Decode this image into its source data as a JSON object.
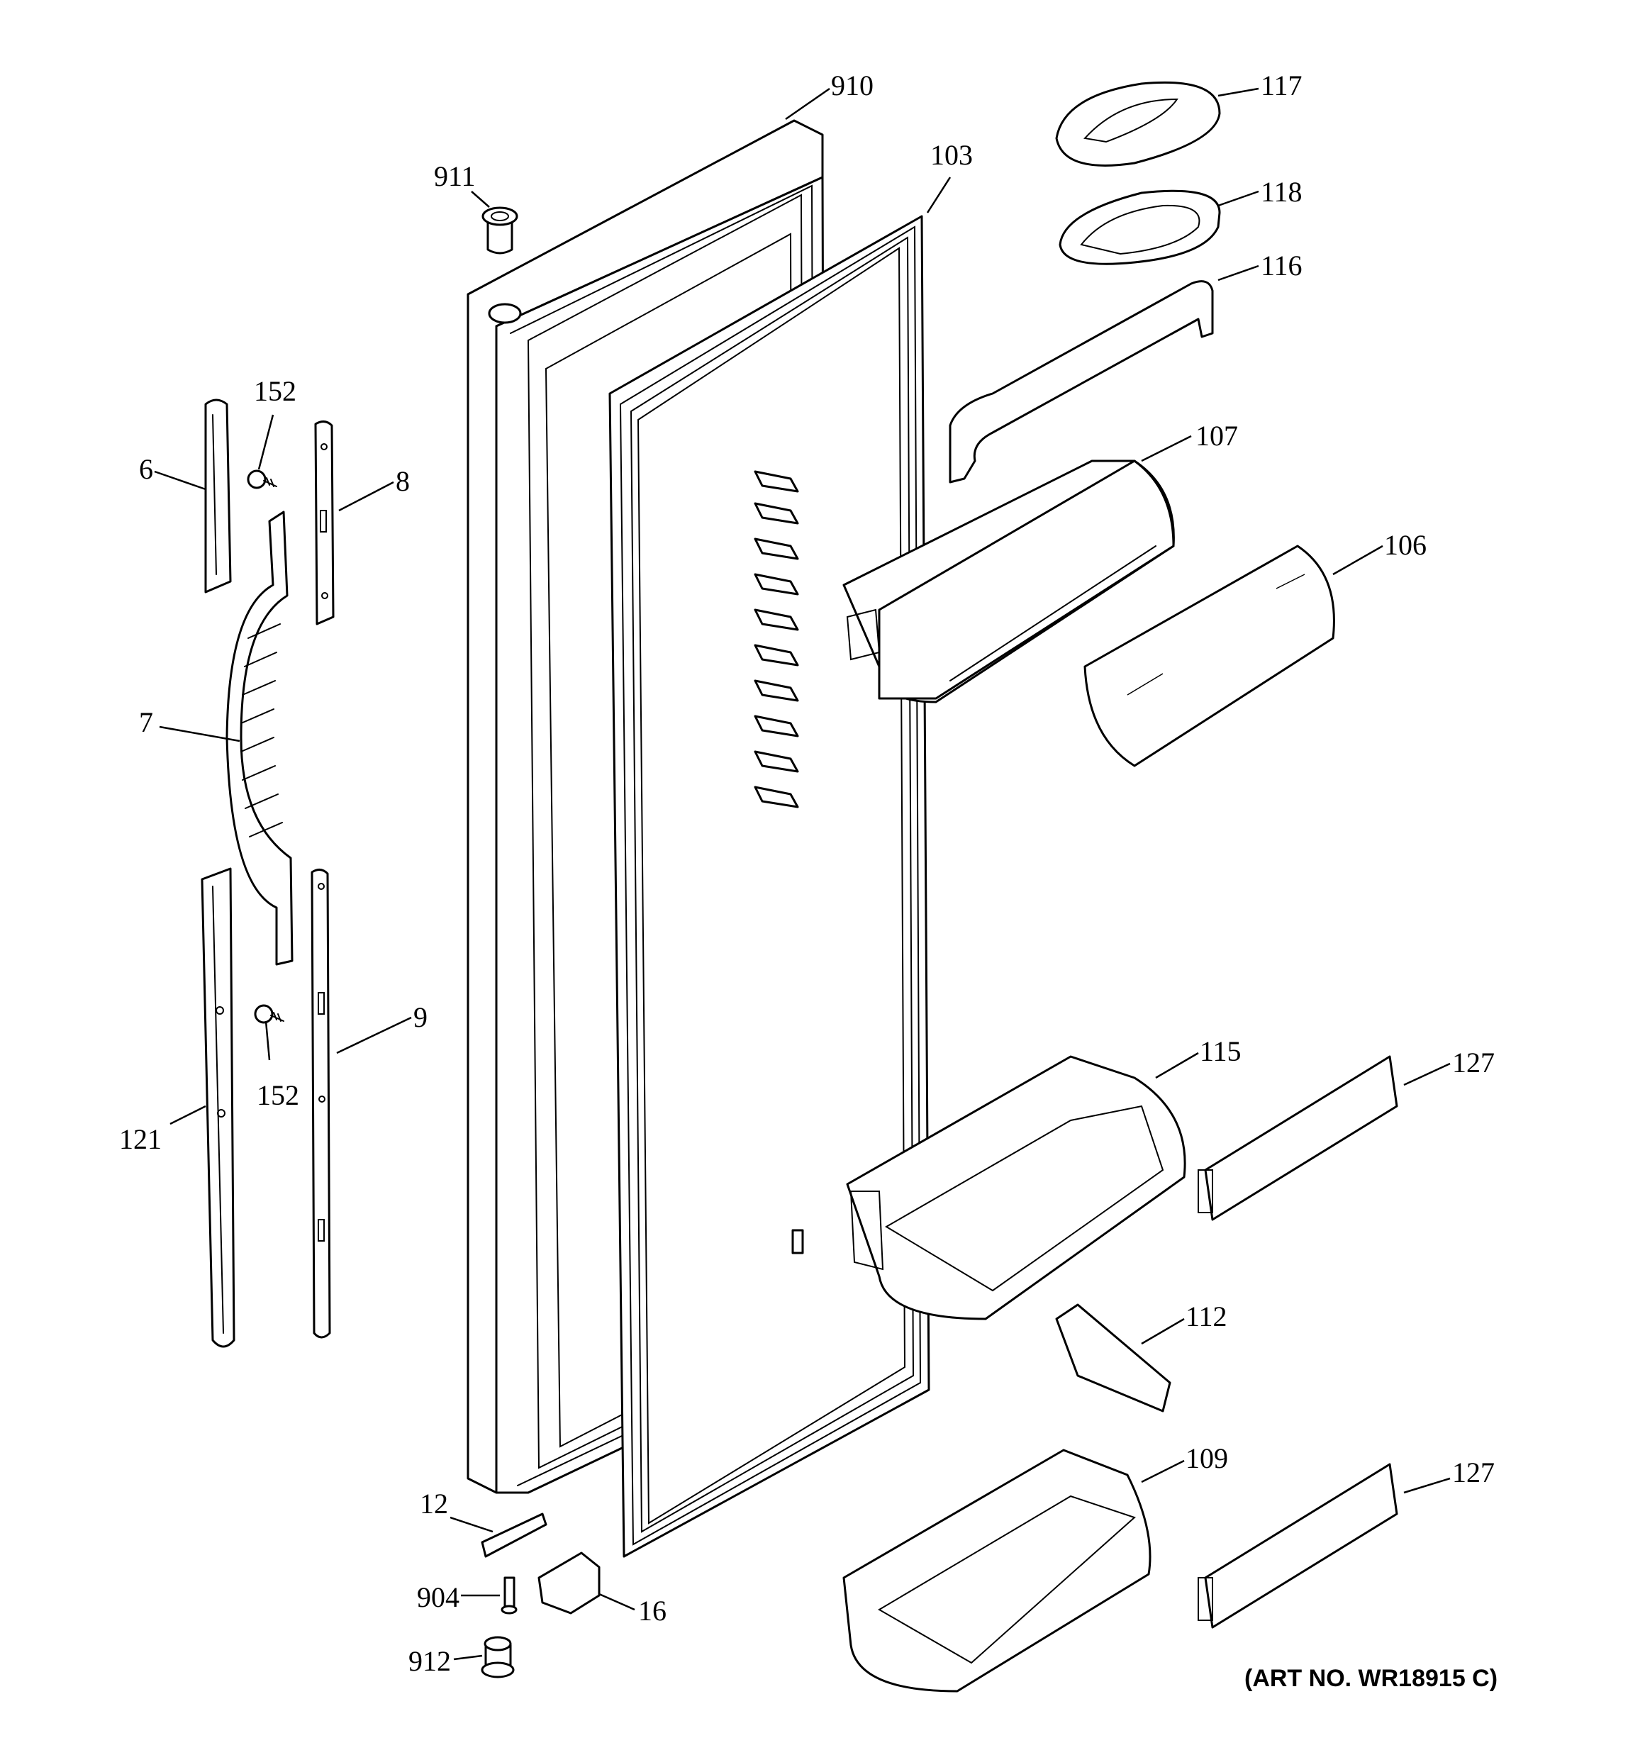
{
  "callouts": {
    "c910": "910",
    "c911": "911",
    "c103": "103",
    "c117": "117",
    "c118": "118",
    "c116": "116",
    "c107": "107",
    "c106": "106",
    "c152a": "152",
    "c6": "6",
    "c8": "8",
    "c7": "7",
    "c9": "9",
    "c152b": "152",
    "c121": "121",
    "c115": "115",
    "c127a": "127",
    "c112": "112",
    "c109": "109",
    "c127b": "127",
    "c12": "12",
    "c904": "904",
    "c16": "16",
    "c912": "912"
  },
  "art_number": "(ART NO. WR18915 C)"
}
